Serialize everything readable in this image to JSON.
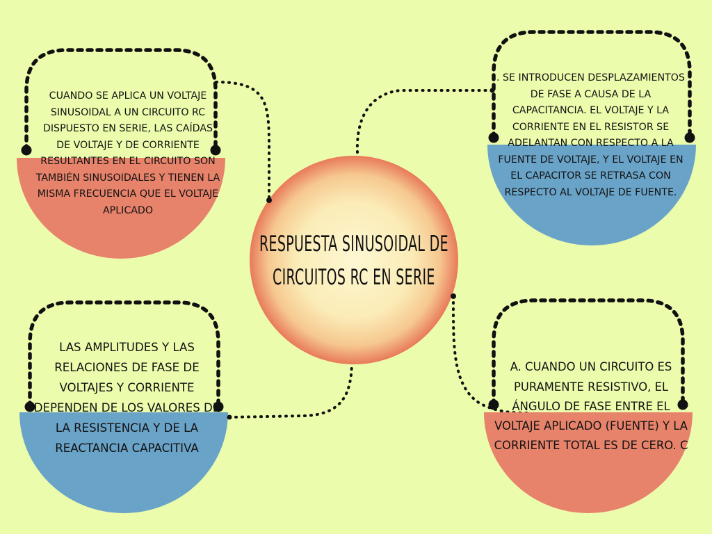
{
  "title": {
    "line1": "RESPUESTA SINUSOIDAL DE",
    "line2": "CIRCUITOS RC EN SERIE"
  },
  "nodes": {
    "top_left": {
      "text": "CUANDO SE APLICA UN VOLTAJE SINUSOIDAL A UN CIRCUITO RC DISPUESTO EN SERIE, LAS CAÍDAS DE VOLTAJE Y DE CORRIENTE RESULTANTES EN EL CIRCUITO SON TAMBIÉN SINUSOIDALES Y TIENEN LA MISMA FRECUENCIA QUE EL VOLTAJE APLICADO",
      "bowl_color": "#e8836b"
    },
    "top_right": {
      "text": ". SE INTRODUCEN DESPLAZAMIENTOS DE FASE A CAUSA DE LA CAPACITANCIA. EL VOLTAJE Y LA CORRIENTE EN EL RESISTOR SE ADELANTAN CON RESPECTO A LA FUENTE DE VOLTAJE, Y EL VOLTAJE EN EL CAPACITOR SE RETRASA CON RESPECTO AL VOLTAJE DE FUENTE.",
      "bowl_color": "#6aa3c8"
    },
    "bottom_left": {
      "text": "LAS AMPLITUDES Y LAS RELACIONES DE FASE DE VOLTAJES Y CORRIENTE DEPENDEN DE LOS VALORES DE LA RESISTENCIA Y DE LA REACTANCIA CAPACITIVA",
      "bowl_color": "#6aa3c8"
    },
    "bottom_right": {
      "text": "A. CUANDO UN CIRCUITO ES PURAMENTE RESISTIVO, EL ÁNGULO DE FASE ENTRE EL VOLTAJE APLICADO (FUENTE) Y LA CORRIENTE TOTAL ES DE CERO. C",
      "bowl_color": "#e8836b"
    }
  },
  "colors": {
    "background": "#ecfcad",
    "circle_center": "#fdf7d2",
    "circle_edge": "#e87a5a",
    "outline": "#111111"
  }
}
